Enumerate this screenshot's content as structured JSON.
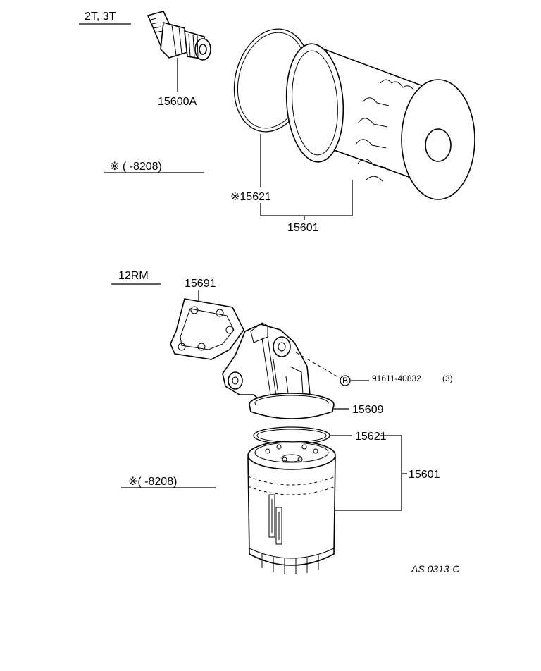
{
  "sections": {
    "top": {
      "model_label": "2T, 3T",
      "date_note": "※ (      -8208)"
    },
    "bottom": {
      "model_label": "12RM",
      "date_note": "※(      -8208)"
    }
  },
  "parts": {
    "oil_pressure_switch": "15600A",
    "gasket_top": "※15621",
    "filter_top": "15601",
    "bracket_gasket": "15691",
    "bolt": "91611-40832",
    "bolt_qty": "(3)",
    "bolt_marker": "B",
    "filter_base_gasket": "15609",
    "gasket_bottom": "15621",
    "filter_bottom": "15601"
  },
  "reference_code": "AS 0313-C"
}
